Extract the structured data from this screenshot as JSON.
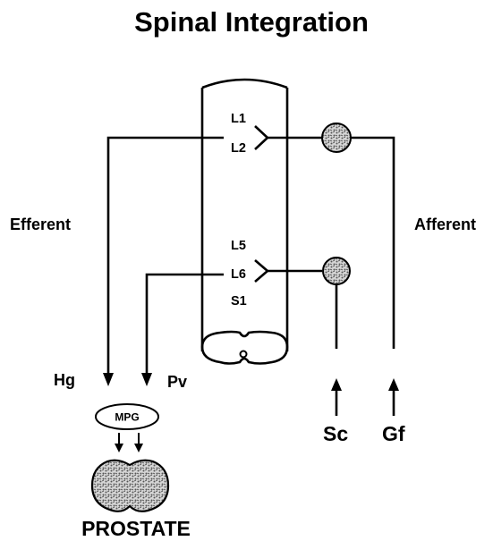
{
  "title": "Spinal Integration",
  "labels": {
    "efferent": "Efferent",
    "afferent": "Afferent",
    "segments": [
      "L1",
      "L2",
      "L5",
      "L6",
      "S1"
    ],
    "hg": "Hg",
    "pv": "Pv",
    "mpg": "MPG",
    "sc": "Sc",
    "gf": "Gf",
    "prostate": "PROSTATE"
  },
  "colors": {
    "line": "#000000",
    "background": "#ffffff",
    "ganglion_fill": "#cfcfcf"
  }
}
